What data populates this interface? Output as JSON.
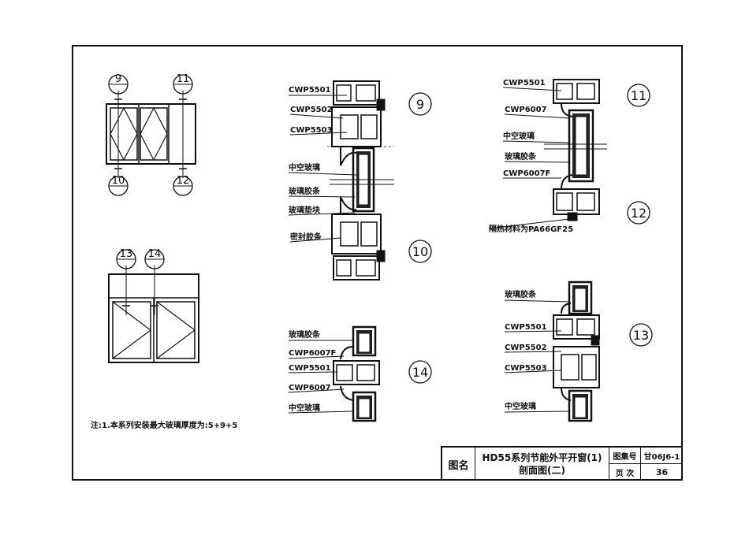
{
  "drawing": {
    "plan_markers": [
      "9",
      "10",
      "11",
      "12",
      "13",
      "14"
    ],
    "section_callouts": [
      "9",
      "10",
      "11",
      "12",
      "13",
      "14"
    ],
    "section_9_10_labels": [
      "CWP5501",
      "CWP5502",
      "CWP5503",
      "中空玻璃",
      "玻璃胶条",
      "玻璃垫块",
      "密封胶条"
    ],
    "section_11_12_labels": [
      "CWP5501",
      "CWP6007",
      "中空玻璃",
      "玻璃胶条",
      "CWP6007F",
      "隔热材料为PA66GF25"
    ],
    "section_13_labels": [
      "玻璃胶条",
      "CWP5501",
      "CWP5502",
      "CWP5503",
      "中空玻璃"
    ],
    "section_14_labels": [
      "玻璃胶条",
      "CWP6007F",
      "CWP5501",
      "CWP6007",
      "中空玻璃"
    ]
  },
  "note": "注:1.本系列安装最大玻璃厚度为:5+9+5",
  "title_block": {
    "figure_name_label": "图名",
    "title_line1": "HD55系列节能外平开窗(1)",
    "title_line2": "剖面图(二)",
    "atlas_no_label": "图集号",
    "atlas_no": "甘06J6-1",
    "page_label": "页 次",
    "page_no": "36"
  }
}
